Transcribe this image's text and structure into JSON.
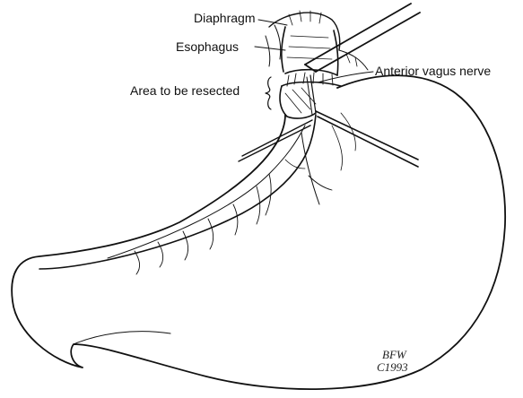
{
  "labels": {
    "diaphragm": "Diaphragm",
    "esophagus": "Esophagus",
    "area": "Area to be resected",
    "vagus": "Anterior vagus nerve"
  },
  "signature": {
    "line1": "BFW",
    "line2": "C1993"
  },
  "colors": {
    "ink": "#111111",
    "paper": "#ffffff"
  }
}
